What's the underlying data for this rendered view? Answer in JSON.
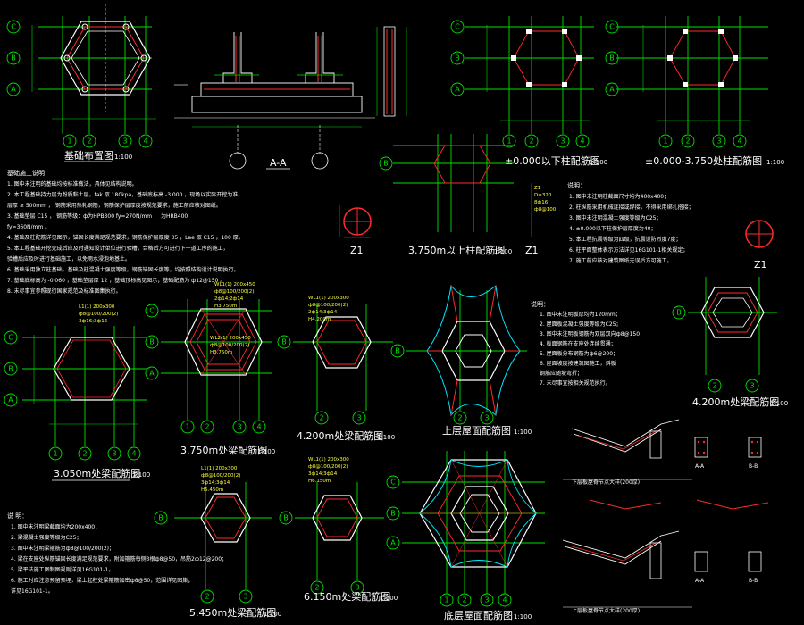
{
  "titles": {
    "foundation_plan": "基础布置图",
    "section_aa": "A-A",
    "col_below_0": "±0.000以下柱配筋图",
    "col_0_to_375": "±0.000-3.750处柱配筋图",
    "col_above_375": "3.750m以上柱配筋图",
    "beam_3050": "3.050m处梁配筋图",
    "beam_3750": "3.750m处梁配筋图",
    "beam_4200_a": "4.200m处梁配筋图",
    "beam_4200_b": "4.200m处梁配筋图",
    "upper_roof": "上层屋面配筋图",
    "beam_5450": "5.450m处梁配筋图",
    "beam_6150": "6.150m处梁配筋图",
    "lower_roof": "底层屋面配筋图",
    "detail_left_top": "下层板屋脊节点大样(200厚)",
    "detail_left_bot": "上层板屋脊节点大样(200厚)",
    "sec_a": "A-A",
    "sec_b": "B-B",
    "z1": "Z1"
  },
  "scales": {
    "s100": "1:100"
  },
  "axis_labels": {
    "rows": [
      "C",
      "B",
      "A"
    ],
    "cols": [
      "1",
      "2",
      "3",
      "4"
    ]
  },
  "notes_foundation": {
    "heading": "基础施工说明",
    "lines": [
      "1. 图中未注明的基础均按标准做法，具体见结构说明。",
      "2. 本工程基础持力层为粉质黏土层，fak 取 180kpa，基础底标高 -3.000 ，现场以实际开挖为准。",
      "    层厚 ≥ 500mm ， 钢筋采用热轧钢筋，钢筋保护层厚度按规范要求，施工前应核对图纸。",
      "3. 基础垫层 C15 ， 钢筋等级：ф为HPB300 fy=270N/mm ， 为HRB400",
      "    fy=360N/mm 。",
      "4. 基础及柱配筋详见图示，锚固长度满足规范要求，钢筋保护层厚度 35 ，Lae 取 C15 ，100 厚。",
      "5. 本工程基础开挖完成后应及时通知设计单位进行验槽，合格后方可进行下一道工序的施工，",
      "    验槽后应及时进行基础施工，以免雨水浸泡地基土。",
      "6. 基础采用独立柱基础，基础及柱混凝土强度等级，钢筋锚固长度等，均按照结构设计说明执行。",
      "7. 基础底标高为 -0.060 ，基础垫层厚 12 ，基础顶标高见图示，基础配筋为 ф12@150 。",
      "8. 未尽事宜参照现行国家规范及标准图集执行。"
    ]
  },
  "notes_column": {
    "heading": "说明：",
    "lines": [
      "1. 图中未注明柱截面尺寸均为400x400；",
      "2. 柱纵筋采用机械连接或焊接，不得采用绑扎搭接；",
      "3. 图中未注明混凝土强度等级为C25；",
      "4. ±0.000以下柱保护层厚度为40；",
      "5. 本工程抗震等级为四级，抗震设防烈度7度；",
      "6. 柱平面整体表示方法详见16G101-1相关规定；",
      "7. 施工前应核对建筑图纸无误后方可施工。"
    ]
  },
  "notes_roof": {
    "heading": "说明：",
    "lines": [
      "1. 图中未注明板厚均为120mm；",
      "2. 屋面板混凝土强度等级为C25；",
      "3. 图中未注明板钢筋为双层双向ф8@150；",
      "4. 板面钢筋在支座处连续贯通；",
      "5. 屋面板分布钢筋为ф6@200；",
      "6. 屋面坡度按建筑图施工，斜板",
      "    钢筋应随坡弯折；",
      "7. 未尽事宜按相关规范执行。"
    ]
  },
  "notes_beam": {
    "heading": "说  明：",
    "lines": [
      "1. 图中未注明梁截面均为200x400；",
      "2. 梁混凝土强度等级为C25；",
      "3. 图中未注明梁箍筋为ф8@100/200(2)；",
      "4. 梁在支座处纵筋锚固长度满足规范要求，附加箍筋每侧3根ф8@50，吊筋2ф12@200；",
      "5. 梁平法施工图制图规则详见16G101-1。",
      "6. 施工时应注意预留预埋，梁上起柱处梁箍筋加密ф8@50，范围详见图集；",
      "    详见16G101-1。"
    ]
  },
  "beam_annotations": {
    "l3750_a": "WL1(1) 200x450",
    "l3750_b": "ф8@100/200(2)",
    "l3750_c": "2ф14;2ф14",
    "l3750_d": "H3.750m",
    "l3750_e": "WL2(1) 200x450",
    "l3050_a": "L1(1) 200x300",
    "l3050_b": "ф8@100/200(2)",
    "l3050_c": "3ф16;3ф16",
    "l4200_a": "WL1(1) 200x300",
    "l4200_b": "ф8@100/200(2)",
    "l4200_c": "2ф14;3ф14",
    "l4200_d": "H4.200m",
    "l5450_a": "L1(1) 200x300",
    "l5450_b": "ф8@100/200(2)",
    "l5450_c": "3ф14;3ф14",
    "l5450_d": "H5.450m",
    "l6150_a": "WL1(1) 200x300",
    "l6150_b": "ф8@100/200(2)",
    "l6150_c": "3ф14;3ф14",
    "l6150_d": "H6.150m",
    "z1_a": "Z1",
    "z1_b": "D=320",
    "z1_c": "8ф16",
    "z1_d": "ф8@100"
  },
  "colors": {
    "background": "#000000",
    "axis": "#00e000",
    "rebar": "#ff2a2a",
    "outline": "#ffffff",
    "annotation": "#ffff3c",
    "roof_edge": "#00e5ff"
  }
}
